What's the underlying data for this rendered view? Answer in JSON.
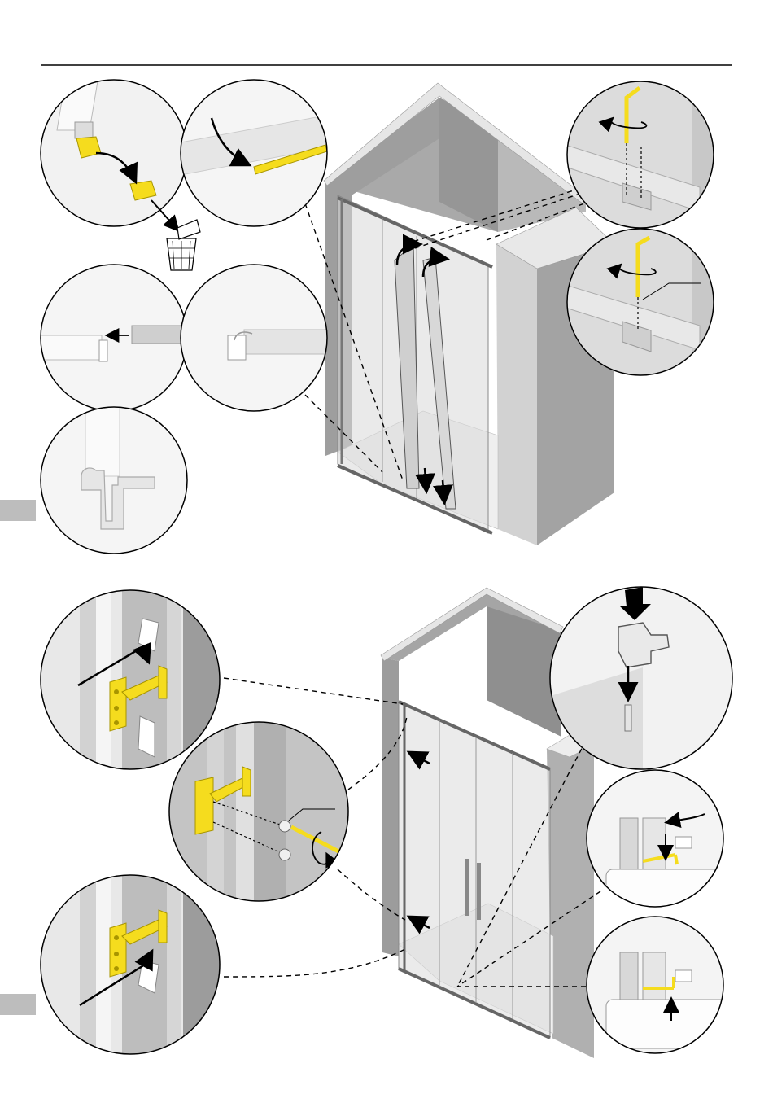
{
  "document": {
    "title": "",
    "type": "installation-instructions-page",
    "sections": [
      {
        "id": "top",
        "figure": "door-fitting-steps"
      },
      {
        "id": "bottom",
        "figure": "wall-bracket-fixing-steps"
      }
    ]
  },
  "colors": {
    "accent": "#F5DC1E",
    "wall": "#A9A9A9",
    "wall_dark": "#9A9A9A",
    "panel": "#D4D4D4",
    "line": "#000000",
    "tab": "#BDBDBD"
  },
  "icons": [
    "trash-bin-icon",
    "rotate-arrow-icon",
    "down-arrow-icon",
    "curved-arrow-icon",
    "hex-key-icon"
  ],
  "page_tabs": {
    "top": "",
    "bottom": ""
  }
}
